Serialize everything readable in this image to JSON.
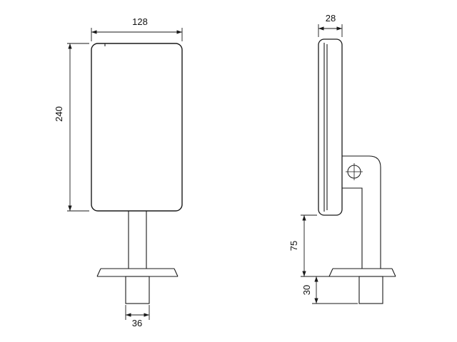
{
  "drawing": {
    "type": "technical-orthographic-views",
    "front_view": {
      "width_label": "128",
      "height_label": "240",
      "clamp_width_label": "36"
    },
    "side_view": {
      "depth_label": "28",
      "pole_height_label": "75",
      "clamp_range_label": "30"
    },
    "colors": {
      "line": "#1a1a1a",
      "background": "#ffffff"
    }
  }
}
